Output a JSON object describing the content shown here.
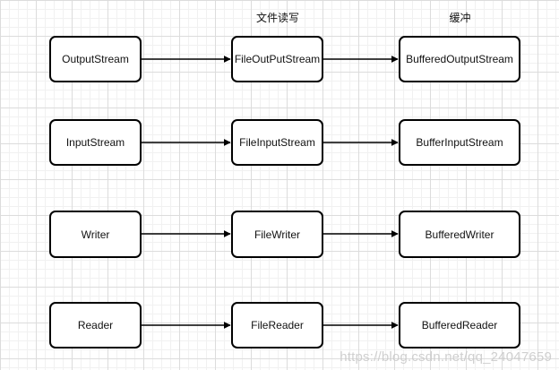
{
  "headers": {
    "file_rw": "文件读写",
    "buffer": "缓冲"
  },
  "rows": [
    {
      "base": "OutputStream",
      "file": "FileOutPutStream",
      "buffered": "BufferedOutputStream"
    },
    {
      "base": "InputStream",
      "file": "FileInputStream",
      "buffered": "BufferInputStream"
    },
    {
      "base": "Writer",
      "file": "FileWriter",
      "buffered": "BufferedWriter"
    },
    {
      "base": "Reader",
      "file": "FileReader",
      "buffered": "BufferedReader"
    }
  ],
  "edges": [
    {
      "from": "OutputStream",
      "to": "FileOutPutStream"
    },
    {
      "from": "FileOutPutStream",
      "to": "BufferedOutputStream"
    },
    {
      "from": "InputStream",
      "to": "FileInputStream"
    },
    {
      "from": "FileInputStream",
      "to": "BufferInputStream"
    },
    {
      "from": "Writer",
      "to": "FileWriter"
    },
    {
      "from": "FileWriter",
      "to": "BufferedWriter"
    },
    {
      "from": "Reader",
      "to": "FileReader"
    },
    {
      "from": "FileReader",
      "to": "BufferedReader"
    }
  ],
  "watermark": "https://blog.csdn.net/qq_24047659",
  "colors": {
    "stroke": "#000000",
    "node_fill": "#ffffff",
    "grid": "#dcdcdc"
  }
}
